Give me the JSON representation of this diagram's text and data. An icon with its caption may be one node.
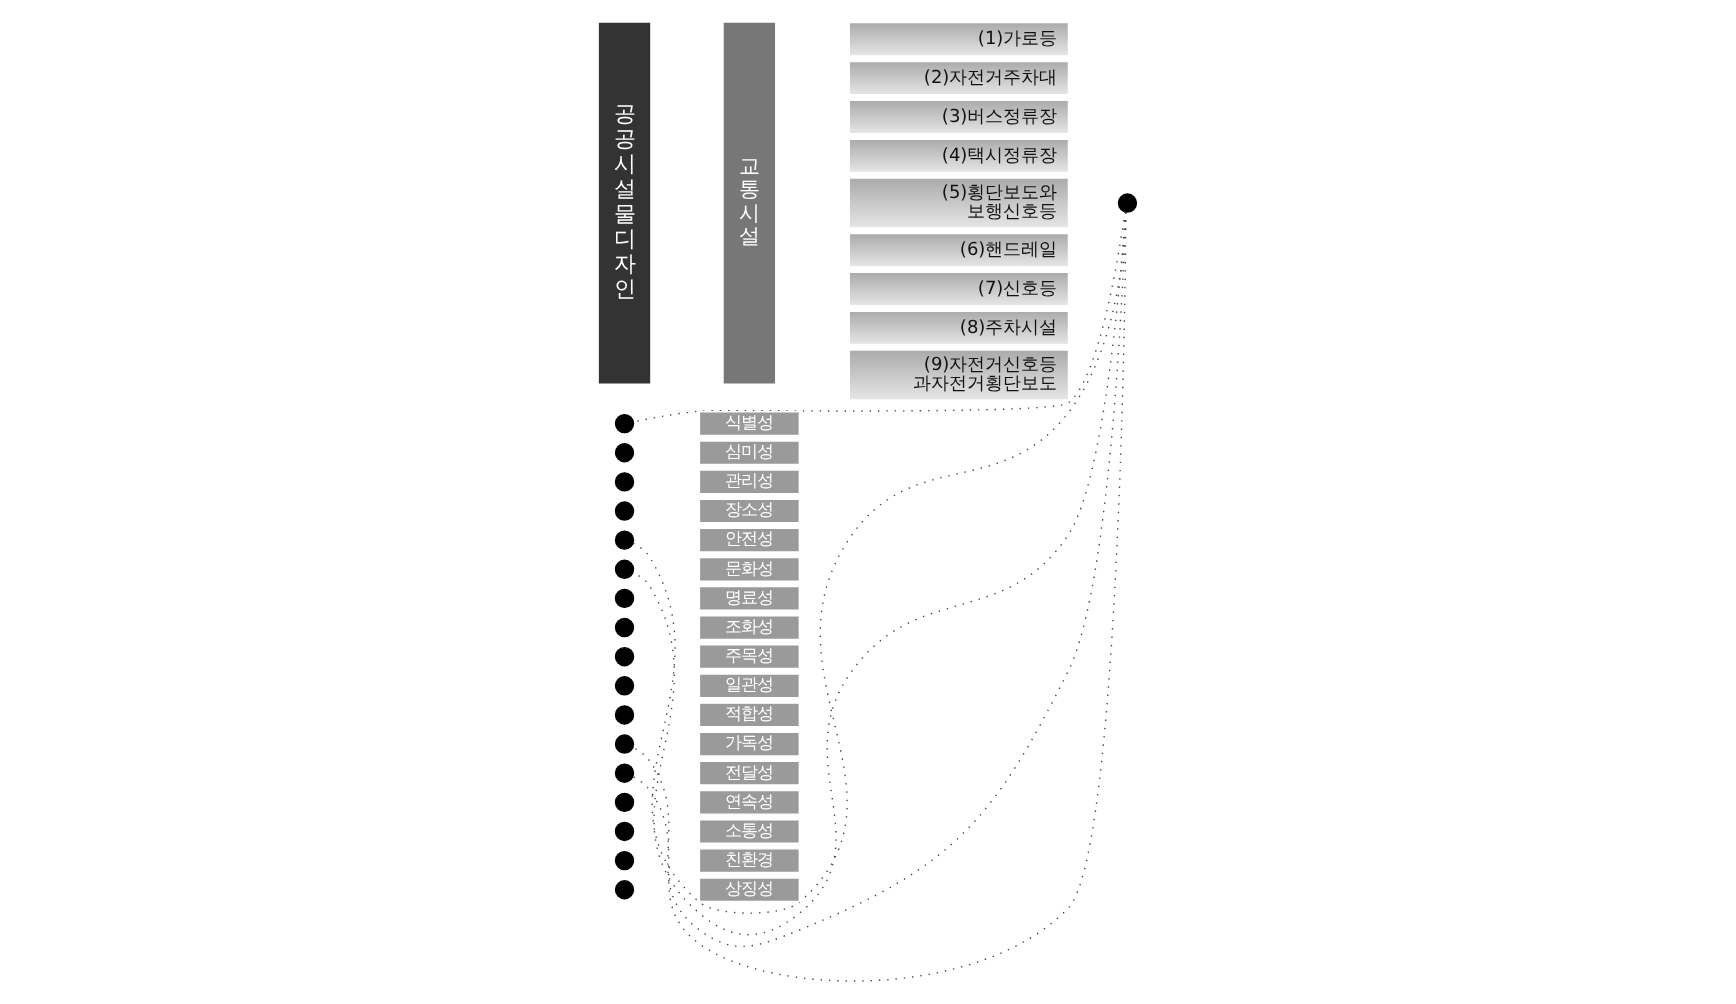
{
  "diagram": {
    "nodes": [
      {
        "text": [
          "공공시설물디자인"
        ]
      },
      {
        "text": [
          "교통시설"
        ]
      },
      {
        "text": [
          "(1)가로등"
        ]
      },
      {
        "text": [
          "(2)자전거주차대"
        ]
      },
      {
        "text": [
          "(3)버스정류장"
        ]
      },
      {
        "text": [
          "(4)택시정류장"
        ]
      },
      {
        "text": [
          "(5)횡단보도와 보행신호등"
        ]
      },
      {
        "text": [
          "(6)핸드레일"
        ]
      },
      {
        "text": [
          "(7)신호등"
        ]
      },
      {
        "text": [
          "(8)주차시설"
        ]
      },
      {
        "text": [
          "(9)자전거신호등 과자전거횡단보도"
        ]
      },
      {
        "text": [],
        "shape": "circle"
      },
      {
        "text": [],
        "shape": "circle"
      },
      {
        "text": [
          "식별성"
        ]
      },
      {
        "text": [],
        "shape": "circle"
      },
      {
        "text": [
          "심미성"
        ]
      },
      {
        "text": [],
        "shape": "circle"
      },
      {
        "text": [
          "관리성"
        ]
      },
      {
        "text": [],
        "shape": "circle"
      },
      {
        "text": [
          "장소성"
        ]
      },
      {
        "text": [],
        "shape": "circle"
      },
      {
        "text": [
          "안전성"
        ]
      },
      {
        "text": [],
        "shape": "circle"
      },
      {
        "text": [
          "문화성"
        ]
      },
      {
        "text": [],
        "shape": "circle"
      },
      {
        "text": [
          "명료성"
        ]
      },
      {
        "text": [],
        "shape": "circle"
      },
      {
        "text": [
          "조화성"
        ]
      },
      {
        "text": [],
        "shape": "circle"
      },
      {
        "text": [
          "주목성"
        ]
      },
      {
        "text": [],
        "shape": "circle"
      },
      {
        "text": [
          "일관성"
        ]
      },
      {
        "text": [],
        "shape": "circle"
      },
      {
        "text": [
          "적합성"
        ]
      },
      {
        "text": [],
        "shape": "circle"
      },
      {
        "text": [
          "가독성"
        ]
      },
      {
        "text": [],
        "shape": "circle"
      },
      {
        "text": [
          "전달성"
        ]
      },
      {
        "text": [],
        "shape": "circle"
      },
      {
        "text": [
          "연속성"
        ]
      },
      {
        "text": [],
        "shape": "circle"
      },
      {
        "text": [
          "소통성"
        ]
      },
      {
        "text": [],
        "shape": "circle"
      },
      {
        "text": [
          "친환경"
        ]
      },
      {
        "text": [],
        "shape": "circle"
      },
      {
        "text": [
          "상징성"
        ]
      }
    ],
    "edges": [
      {
        "from": 11,
        "to": 12,
        "arrow": "none"
      },
      {
        "from": 11,
        "to": 20,
        "arrow": "none"
      },
      {
        "from": 11,
        "to": 22,
        "arrow": "none"
      },
      {
        "from": 11,
        "to": 34,
        "arrow": "none"
      },
      {
        "from": 11,
        "to": 36,
        "arrow": "none"
      }
    ]
  }
}
